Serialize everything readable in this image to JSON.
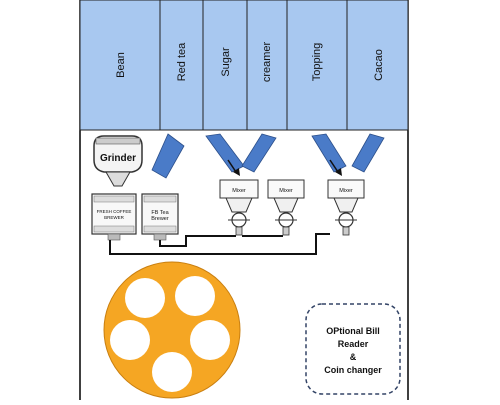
{
  "colors": {
    "canister_fill": "#a8c8f0",
    "chute_fill": "#4a7bc8",
    "tray_fill": "#f5a623",
    "pipe": "#111111",
    "cabinet_outline": "#000000",
    "dashed_box": "#334466"
  },
  "canisters": [
    {
      "label": "Bean"
    },
    {
      "label": "Red tea"
    },
    {
      "label": "Sugar"
    },
    {
      "label": "creamer"
    },
    {
      "label": "Topping"
    },
    {
      "label": "Cacao"
    }
  ],
  "grinder": {
    "label": "Grinder"
  },
  "brewers": [
    {
      "line1": "FRESH COFFEE",
      "line2": "BREWER"
    },
    {
      "line1": "FB Tea",
      "line2": "Brewer"
    }
  ],
  "mixers": [
    {
      "label": "Mixer"
    },
    {
      "label": "Mixer"
    },
    {
      "label": "Mixer"
    }
  ],
  "cup_tray": {
    "cup_count": 5
  },
  "bill_reader": {
    "line1": "OPtional Bill",
    "line2": "Reader",
    "line3": "&",
    "line4": "Coin changer"
  }
}
